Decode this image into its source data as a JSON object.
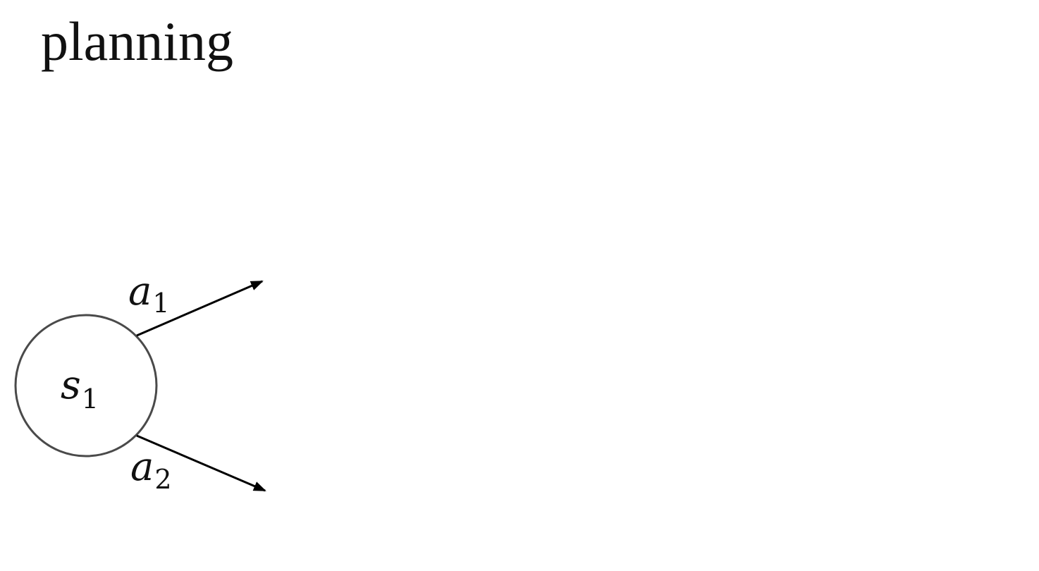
{
  "slide": {
    "title": "planning"
  },
  "diagram": {
    "node": {
      "var": "s",
      "sub": "1"
    },
    "edges": [
      {
        "var": "a",
        "sub": "1"
      },
      {
        "var": "a",
        "sub": "2"
      }
    ],
    "colors": {
      "node_stroke": "#4a4a4a",
      "edge_stroke": "#000000",
      "text": "#111111"
    }
  }
}
